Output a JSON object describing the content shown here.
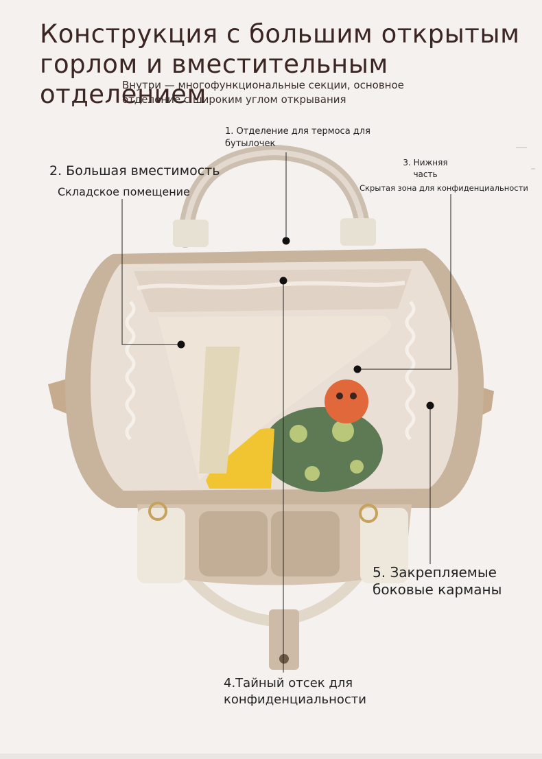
{
  "header": {
    "title_line1": "Конструкция с большим открытым",
    "title_line2": "горлом и вместительным отделением",
    "subtitle_line1": "Внутри — многофункциональные секции, основное",
    "subtitle_line2": "отделение с широким углом открывания"
  },
  "callouts": {
    "c1_line1": "1. Отделение для термоса для",
    "c1_line2": "бутылочек",
    "c2_title": "2. Большая вместимость",
    "c2_sub": "Складское помещение",
    "c3_line1": "3. Нижняя",
    "c3_line2": "часть",
    "c3_sub": "Скрытая зона для конфиденциальности",
    "c4_line1": "4.Тайный отсек для",
    "c4_line2": "конфиденциальности",
    "c5_line1": "5. Закрепляемые",
    "c5_line2": "боковые карманы"
  },
  "colors": {
    "background": "#f4f1ee",
    "bag_outer": "#c9b6a0",
    "bag_lining": "#e9dcd0",
    "title_text": "#3b2624",
    "toy_green": "#5e7a55",
    "toy_orange": "#e0683a",
    "toy_yellow": "#f0c531"
  }
}
